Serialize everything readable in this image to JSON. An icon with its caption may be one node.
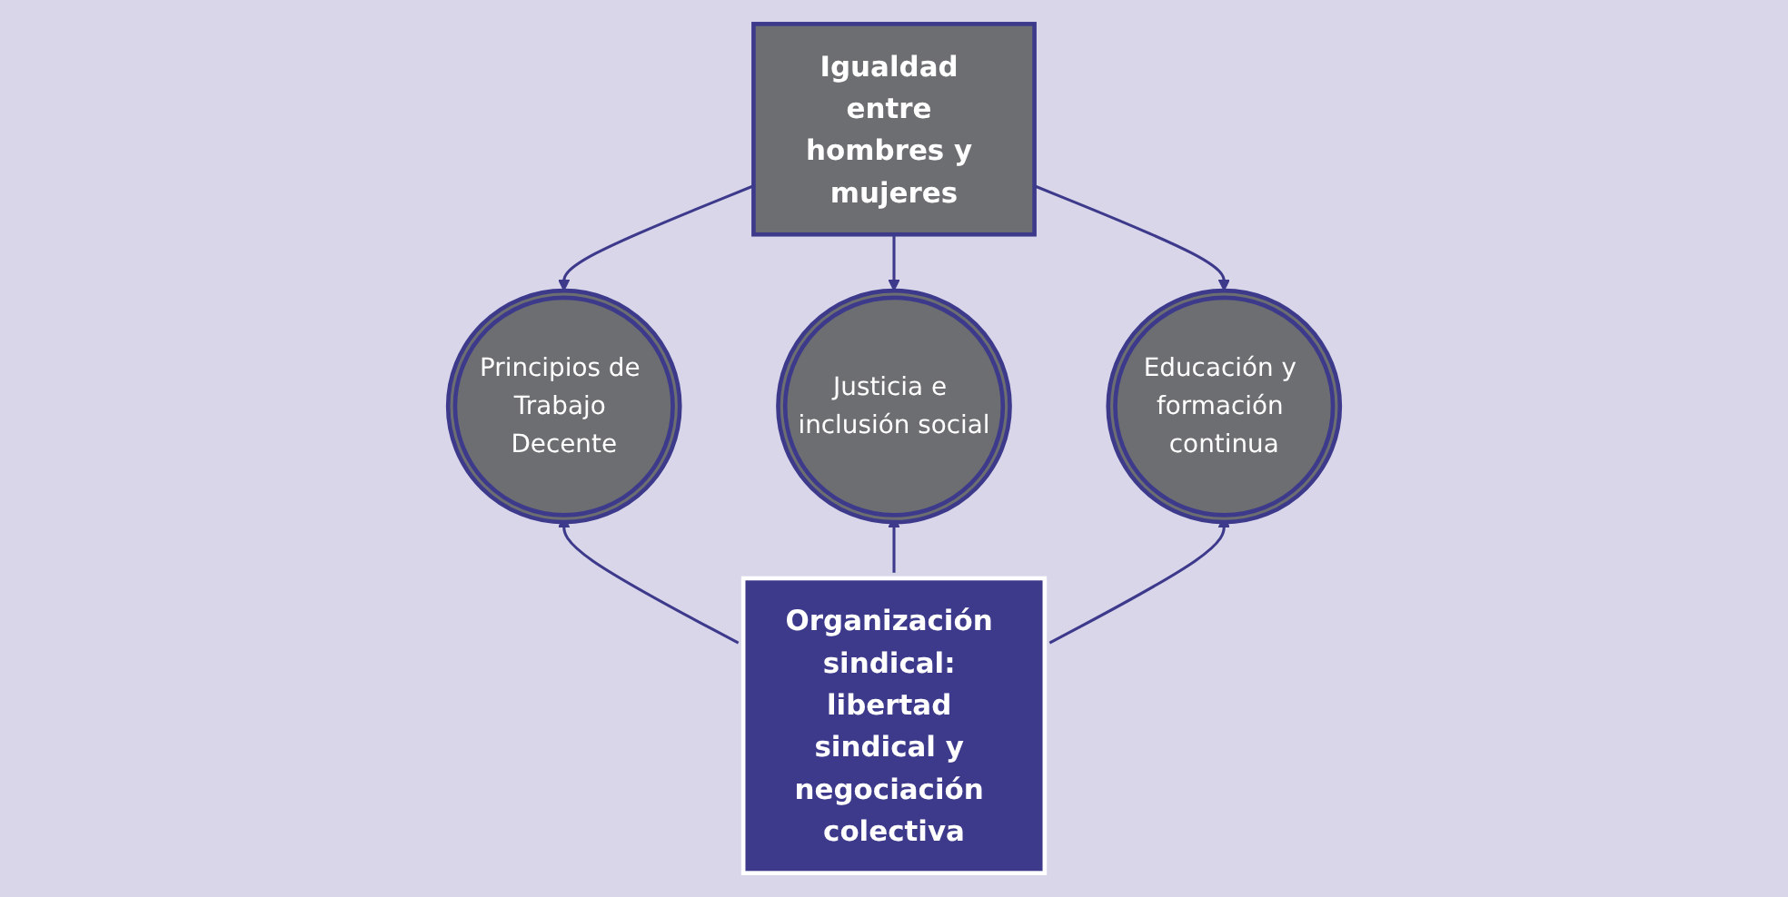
{
  "diagram": {
    "nodes": [
      {
        "text": [
          "Igualdad entre hombres y mujeres"
        ]
      },
      {
        "text": [
          "Principios de Trabajo Decente"
        ]
      },
      {
        "text": [
          "Justicia e inclusión social"
        ]
      },
      {
        "text": [
          "Educación y formación continua"
        ]
      },
      {
        "text": [
          "Organización sindical: libertad sindical y negociación colectiva"
        ]
      }
    ],
    "edges": [
      {
        "from": 0,
        "to": 1,
        "arrow": "to"
      },
      {
        "from": 0,
        "to": 2,
        "arrow": "to"
      },
      {
        "from": 0,
        "to": 3,
        "arrow": "to"
      },
      {
        "from": 4,
        "to": 1,
        "arrow": "to"
      },
      {
        "from": 4,
        "to": 2,
        "arrow": "to"
      },
      {
        "from": 4,
        "to": 3,
        "arrow": "to"
      }
    ]
  }
}
